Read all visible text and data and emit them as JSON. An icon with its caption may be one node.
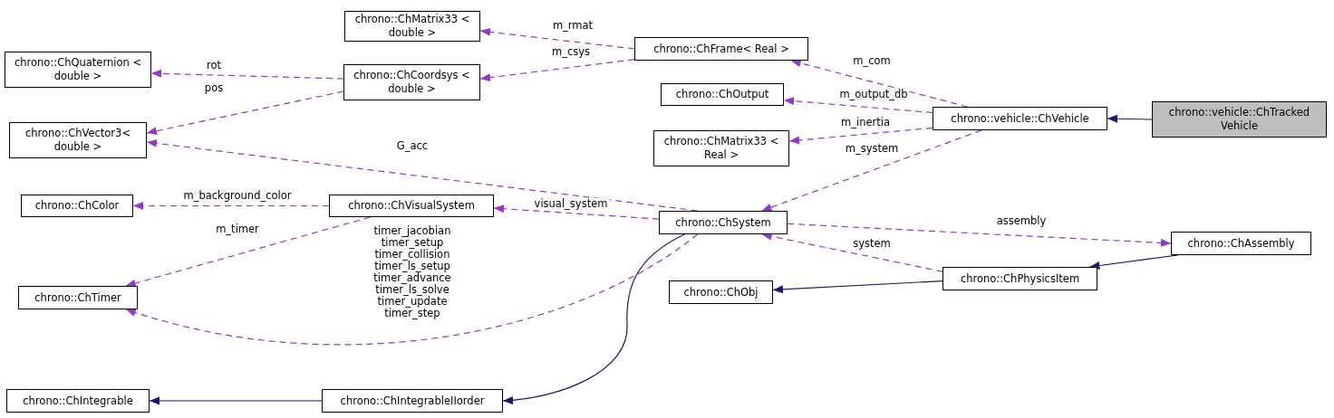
{
  "diagram": {
    "nodes": [
      {
        "text": [
          "chrono::ChMatrix33 < double >"
        ]
      },
      {
        "text": [
          "chrono::ChFrame< Real >"
        ]
      },
      {
        "text": [
          "chrono::ChQuaternion < double >"
        ]
      },
      {
        "text": [
          "chrono::ChCoordsys < double >"
        ]
      },
      {
        "text": [
          "chrono::ChOutput"
        ]
      },
      {
        "text": [
          "chrono::ChVector3< double >"
        ]
      },
      {
        "text": [
          "chrono::vehicle::ChVehicle"
        ]
      },
      {
        "text": [
          "chrono::vehicle::ChTracked Vehicle"
        ]
      },
      {
        "text": [
          "chrono::ChMatrix33 < Real >"
        ]
      },
      {
        "text": [
          "chrono::ChColor"
        ]
      },
      {
        "text": [
          "chrono::ChVisualSystem"
        ]
      },
      {
        "text": [
          "chrono::ChSystem"
        ]
      },
      {
        "text": [
          "chrono::ChAssembly"
        ]
      },
      {
        "text": [
          "chrono::ChTimer"
        ]
      },
      {
        "text": [
          "chrono::ChObj"
        ]
      },
      {
        "text": [
          "chrono::ChPhysicsItem"
        ]
      },
      {
        "text": [
          "chrono::ChIntegrable"
        ]
      },
      {
        "text": [
          "chrono::ChIntegrableIIorder"
        ]
      }
    ],
    "edges": [
      {
        "from": 1,
        "to": 0,
        "arrow": "to",
        "label": "m_rmat",
        "style": "dashed"
      },
      {
        "from": 1,
        "to": 3,
        "arrow": "to",
        "label": "m_csys",
        "style": "dashed"
      },
      {
        "from": 3,
        "to": 2,
        "arrow": "to",
        "label": "rot",
        "style": "dashed"
      },
      {
        "from": 3,
        "to": 5,
        "arrow": "to",
        "label": "pos",
        "style": "dashed"
      },
      {
        "from": 6,
        "to": 1,
        "arrow": "to",
        "label": "m_com",
        "style": "dashed"
      },
      {
        "from": 6,
        "to": 4,
        "arrow": "to",
        "label": "m_output_db",
        "style": "dashed"
      },
      {
        "from": 6,
        "to": 8,
        "arrow": "to",
        "label": "m_inertia",
        "style": "dashed"
      },
      {
        "from": 6,
        "to": 11,
        "arrow": "to",
        "label": "m_system",
        "style": "dashed"
      },
      {
        "from": 11,
        "to": 5,
        "arrow": "to",
        "label": "G_acc",
        "style": "dashed"
      },
      {
        "from": 10,
        "to": 9,
        "arrow": "to",
        "label": "m_background_color",
        "style": "dashed"
      },
      {
        "from": 11,
        "to": 10,
        "arrow": "to",
        "label": "visual_system",
        "style": "dashed"
      },
      {
        "from": 10,
        "to": 13,
        "arrow": "to",
        "label": "m_timer",
        "style": "dashed"
      },
      {
        "from": 11,
        "to": 13,
        "arrow": "to",
        "label": "timer_jacobian timer_setup timer_collision timer_ls_setup timer_advance timer_ls_solve timer_update timer_step",
        "style": "dashed"
      },
      {
        "from": 11,
        "to": 12,
        "arrow": "to",
        "label": "assembly",
        "style": "dashed"
      },
      {
        "from": 15,
        "to": 11,
        "arrow": "to",
        "label": "system",
        "style": "dashed"
      },
      {
        "from": 7,
        "to": 6,
        "arrow": "to",
        "color": "#191970"
      },
      {
        "from": 12,
        "to": 15,
        "arrow": "to",
        "color": "#191970"
      },
      {
        "from": 15,
        "to": 14,
        "arrow": "to",
        "color": "#191970"
      },
      {
        "from": 11,
        "to": 17,
        "arrow": "to",
        "color": "#191970"
      },
      {
        "from": 17,
        "to": 16,
        "arrow": "to",
        "color": "#191970"
      }
    ]
  }
}
